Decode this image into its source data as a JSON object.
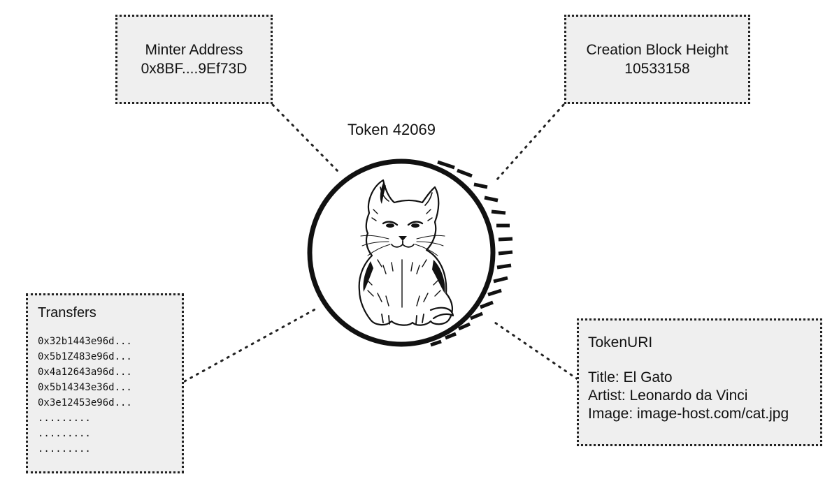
{
  "token": {
    "title": "Token 42069"
  },
  "minter": {
    "label": "Minter Address",
    "value": "0x8BF....9Ef73D"
  },
  "creation": {
    "label": "Creation Block Height",
    "value": "10533158"
  },
  "transfers": {
    "title": "Transfers",
    "items": [
      "0x32b1443e96d...",
      "0x5b1Z483e96d...",
      "0x4a12643a96d...",
      "0x5b14343e36d...",
      "0x3e12453e96d...",
      ".........",
      ".........",
      "........."
    ]
  },
  "tokenuri": {
    "title": "TokenURI",
    "lines": [
      "Title: El Gato",
      "Artist: Leonardo da Vinci",
      "Image: image-host.com/cat.jpg"
    ]
  }
}
